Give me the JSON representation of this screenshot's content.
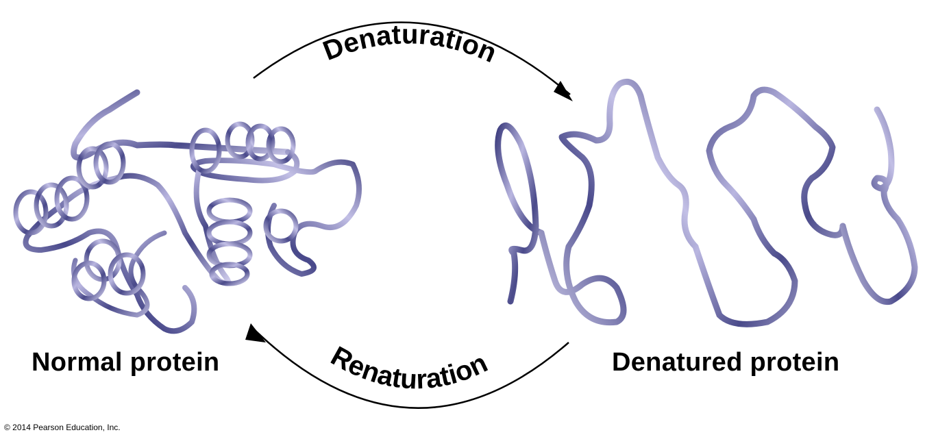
{
  "labels": {
    "arc_top": "Denaturation",
    "arc_bottom": "Renaturation",
    "left_caption": "Normal protein",
    "right_caption": "Denatured protein",
    "copyright": "© 2014 Pearson Education, Inc."
  },
  "colors": {
    "ribbon_dark": "#4a4a8a",
    "ribbon_light": "#c9c6e8",
    "arrow": "#000000",
    "text": "#000000"
  }
}
